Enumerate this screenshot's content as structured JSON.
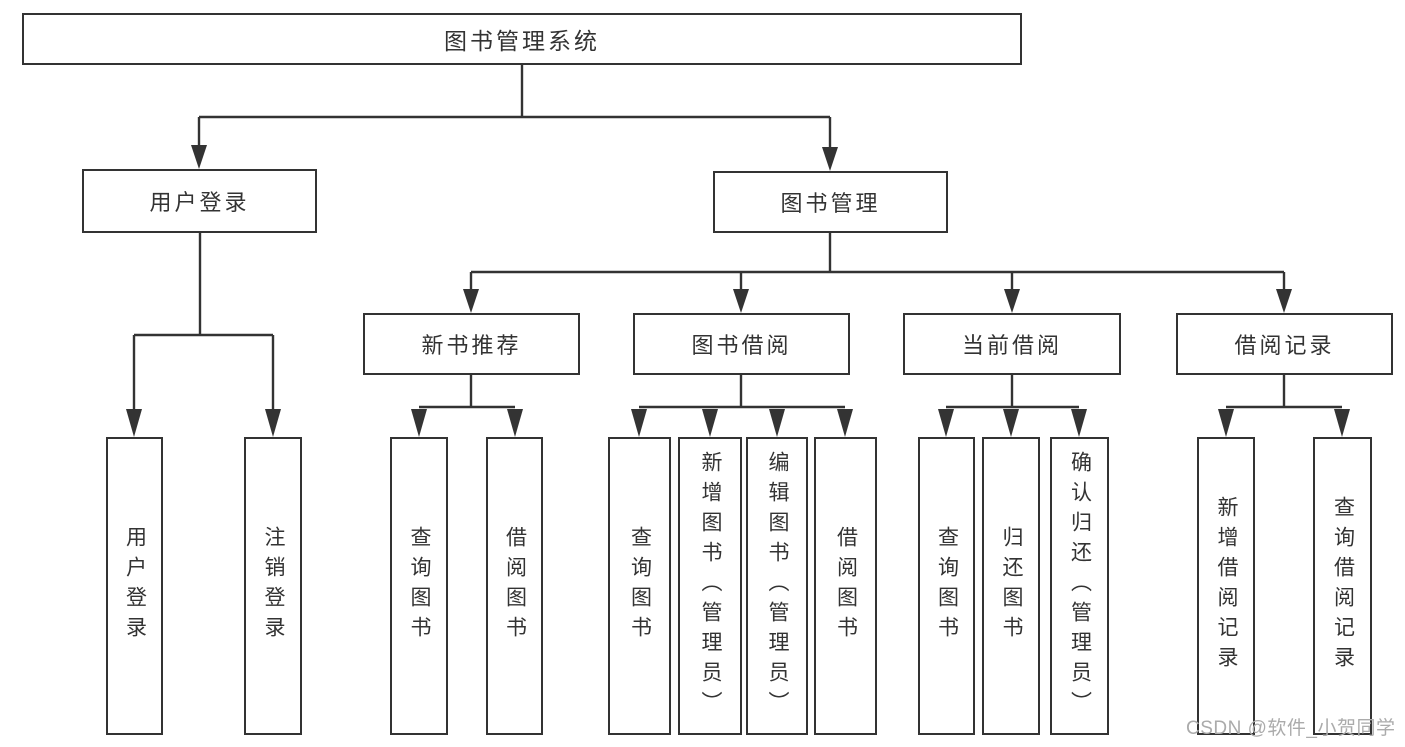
{
  "tree": {
    "root": "图书管理系统",
    "user_login": {
      "label": "用户登录",
      "leaves": [
        "用户登录",
        "注销登录"
      ]
    },
    "book_management": {
      "label": "图书管理",
      "groups": [
        {
          "label": "新书推荐",
          "leaves": [
            "查询图书",
            "借阅图书"
          ]
        },
        {
          "label": "图书借阅",
          "leaves": [
            "查询图书",
            "新增图书（管理员）",
            "编辑图书（管理员）",
            "借阅图书"
          ]
        },
        {
          "label": "当前借阅",
          "leaves": [
            "查询图书",
            "归还图书",
            "确认归还（管理员）"
          ]
        },
        {
          "label": "借阅记录",
          "leaves": [
            "新增借阅记录",
            "查询借阅记录"
          ]
        }
      ]
    }
  },
  "watermark": "CSDN @软件_小贺同学",
  "colors": {
    "line": "#333333",
    "text": "#333333",
    "box_background": "#ffffff",
    "background": "#ffffff",
    "watermark": "#ababab"
  }
}
